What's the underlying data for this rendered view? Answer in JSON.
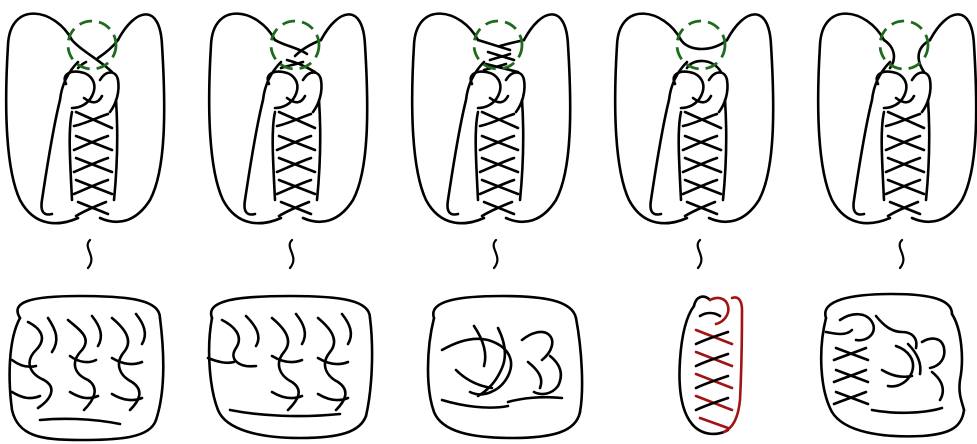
{
  "colors": {
    "background": "#ffffff",
    "strand": "#000000",
    "highlight_circle": "#1e6b1e",
    "highlight_knot": "#a01414"
  },
  "columns": [
    {
      "top": {
        "crossing_in_circle": "single-crossing"
      },
      "relation_symbol": "tilde",
      "bottom": {
        "knot_color": "#000000"
      }
    },
    {
      "top": {
        "crossing_in_circle": "double-crossing"
      },
      "relation_symbol": "tilde",
      "bottom": {
        "knot_color": "#000000"
      }
    },
    {
      "top": {
        "crossing_in_circle": "triple-crossing"
      },
      "relation_symbol": "tilde",
      "bottom": {
        "knot_color": "#000000"
      }
    },
    {
      "top": {
        "crossing_in_circle": "smoothing-horizontal"
      },
      "relation_symbol": "tilde",
      "bottom": {
        "knot_color": "#a01414"
      }
    },
    {
      "top": {
        "crossing_in_circle": "smoothing-vertical"
      },
      "relation_symbol": "tilde",
      "bottom": {
        "knot_color": "#000000"
      }
    }
  ]
}
